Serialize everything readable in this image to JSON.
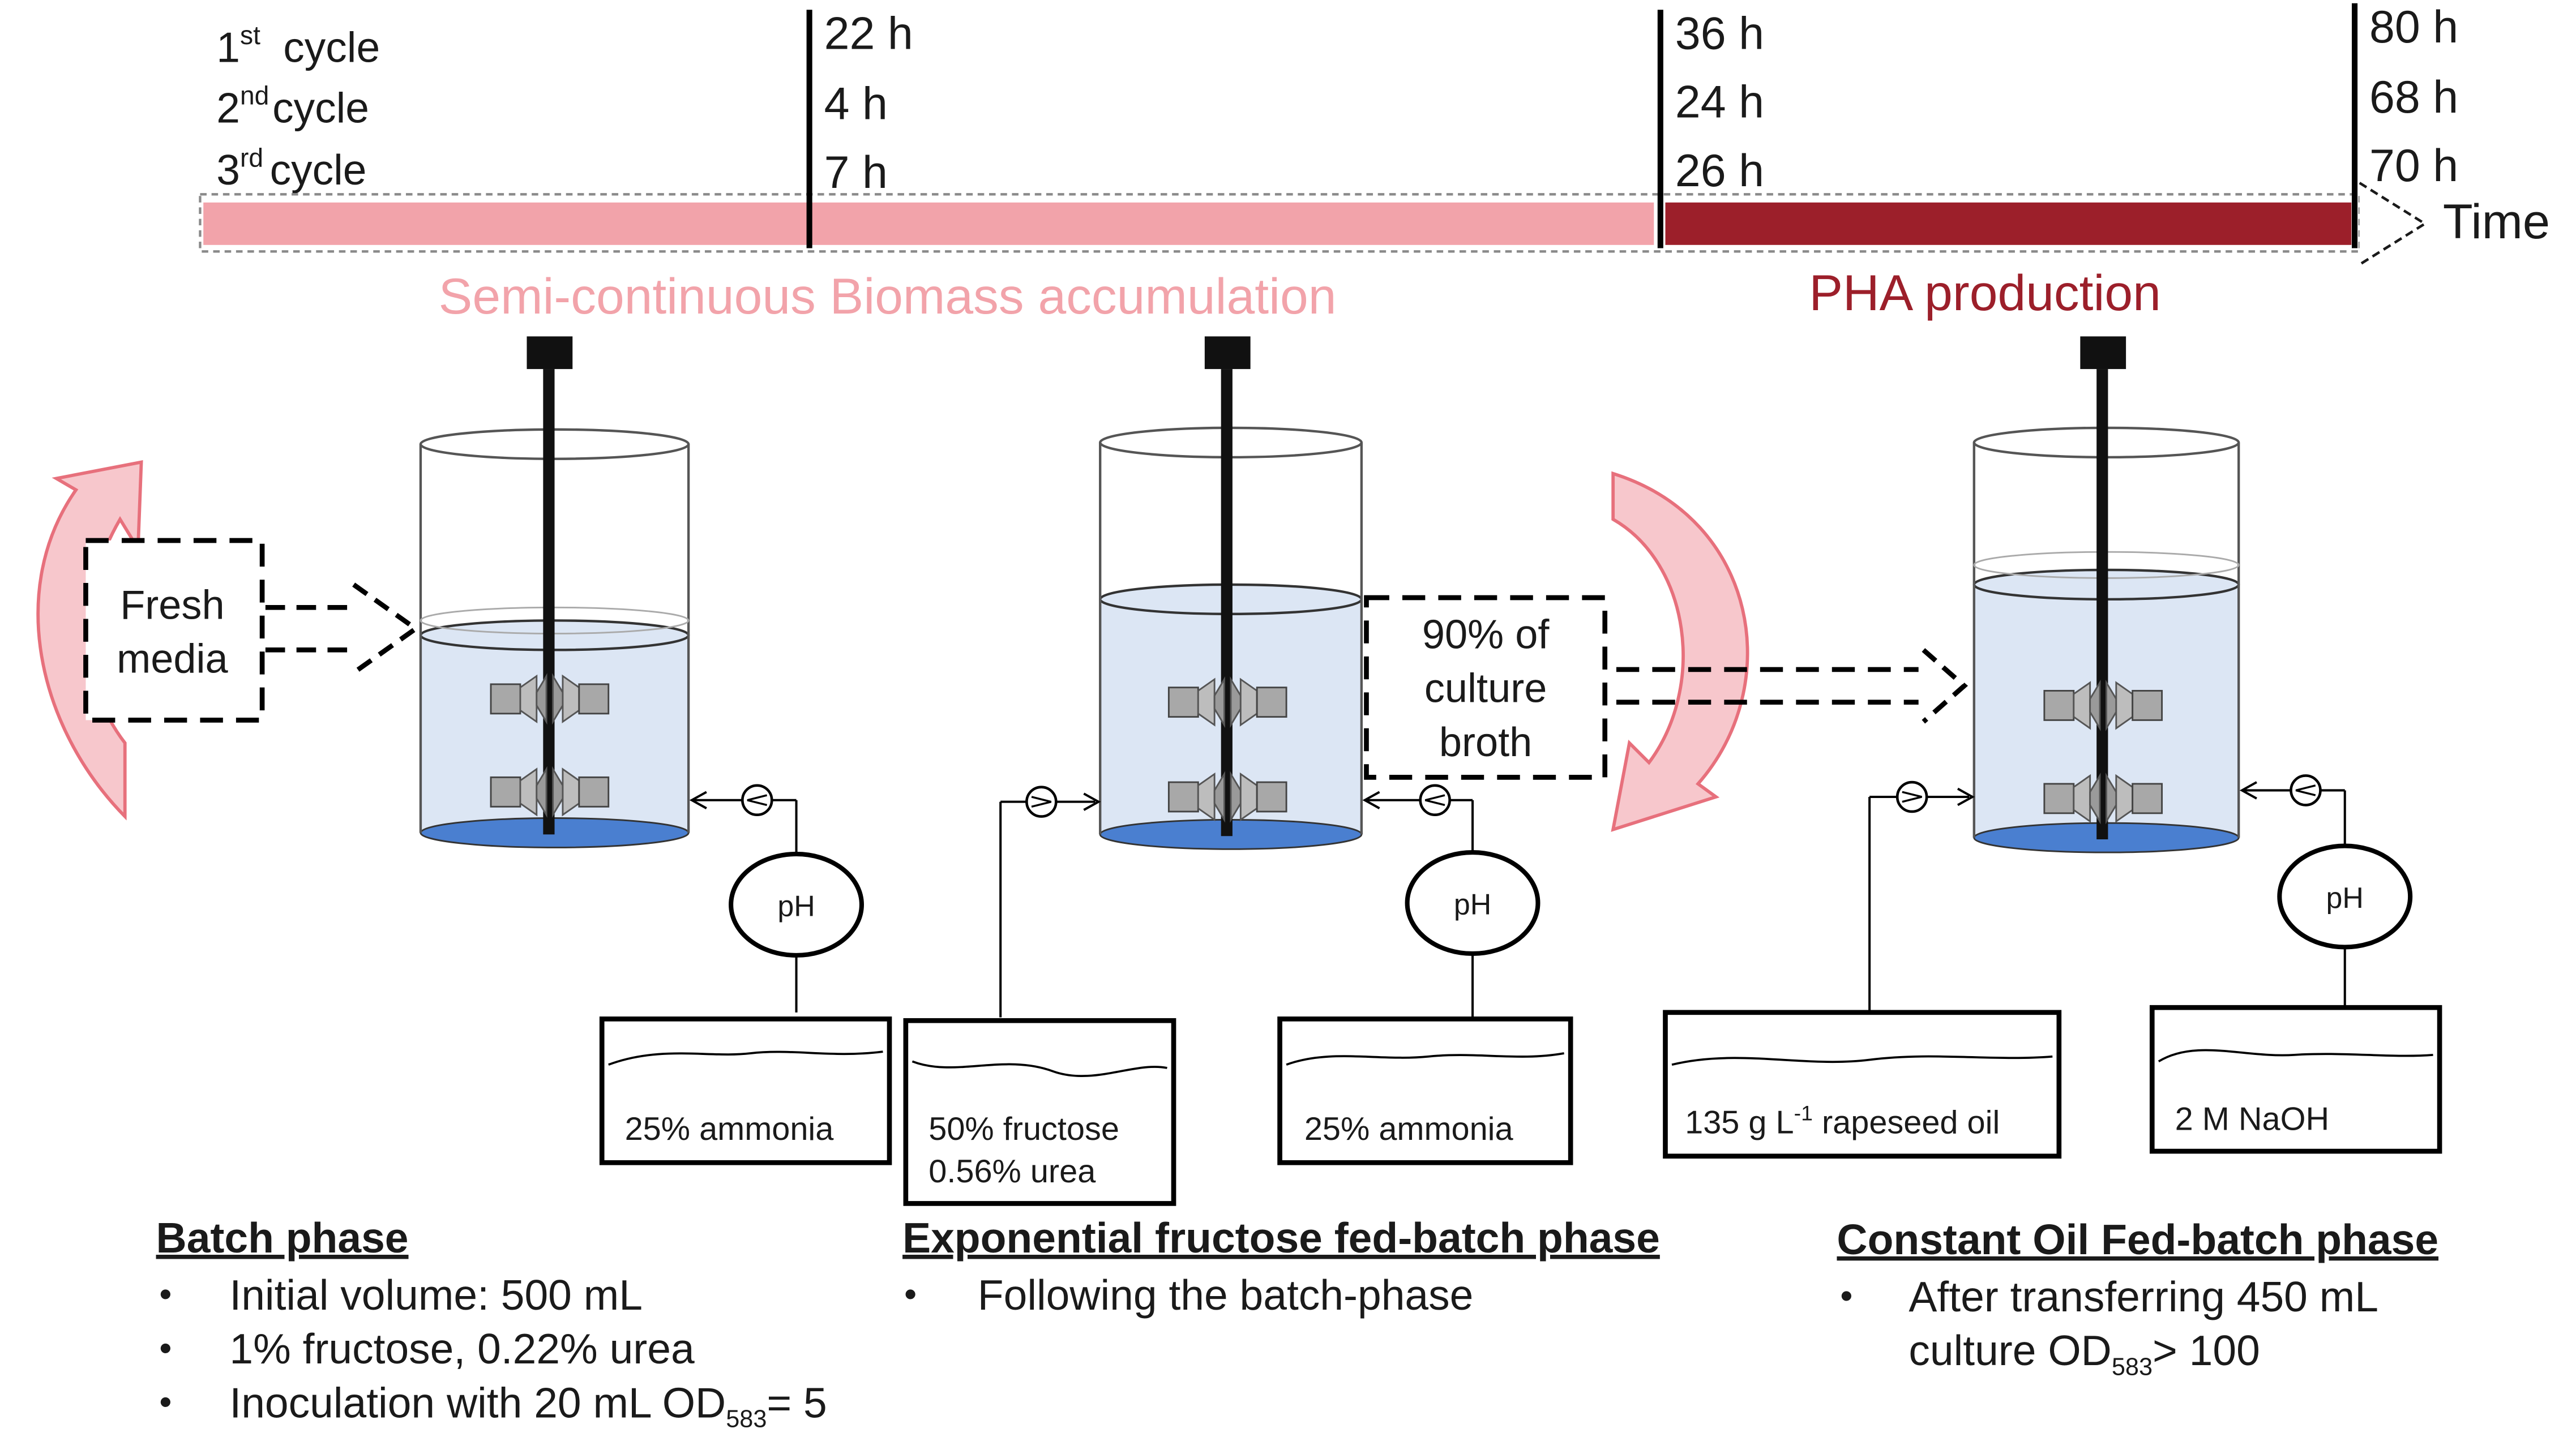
{
  "colors": {
    "biomass_bar": "#f2a3aa",
    "pha_bar": "#9c1f2a",
    "biomass_title": "#f2a3aa",
    "pha_title": "#9c1f2a",
    "arrow_fill": "#f7c7cc",
    "arrow_stroke": "#e7707c",
    "liquid": "#dce6f4",
    "liquid_bottom": "#4a7fd0"
  },
  "timeline": {
    "cycles": [
      {
        "sup": "st",
        "num": "1",
        "word": "cycle",
        "durations": [
          "22 h",
          "36 h",
          "80 h"
        ]
      },
      {
        "sup": "nd",
        "num": "2",
        "word": "cycle",
        "durations": [
          "4 h",
          "24 h",
          "68 h"
        ]
      },
      {
        "sup": "rd",
        "num": "3",
        "word": "cycle",
        "durations": [
          "7 h",
          "26 h",
          "70 h"
        ]
      }
    ],
    "time_label": "Time"
  },
  "phases": {
    "biomass_title": "Semi-continuous Biomass accumulation",
    "pha_title": "PHA production"
  },
  "labels": {
    "fresh_media_1": "Fresh",
    "fresh_media_2": "media",
    "broth_1": "90% of",
    "broth_2": "culture",
    "broth_3": "broth",
    "ph": "pH"
  },
  "feeds": {
    "ammonia_1": "25% ammonia",
    "fructose_1": "50% fructose",
    "fructose_2": "0.56% urea",
    "ammonia_2": "25% ammonia",
    "oil_pre": "135 g L",
    "oil_sup": "-1",
    "oil_post": " rapeseed oil",
    "naoh": "2 M NaOH"
  },
  "descriptions": {
    "batch": {
      "title": "Batch phase",
      "b1": "Initial volume: 500 mL",
      "b2": "1% fructose, 0.22% urea",
      "b3_pre": "Inoculation with 20 mL OD",
      "b3_sub": "583",
      "b3_post": "= 5"
    },
    "exp": {
      "title": "Exponential fructose fed-batch phase",
      "b1": "Following the batch-phase"
    },
    "oil": {
      "title": "Constant Oil Fed-batch phase",
      "b1": "After transferring 450 mL",
      "b2_pre": "culture OD",
      "b2_sub": "583",
      "b2_post": "> 100"
    },
    "bullet": "•"
  }
}
